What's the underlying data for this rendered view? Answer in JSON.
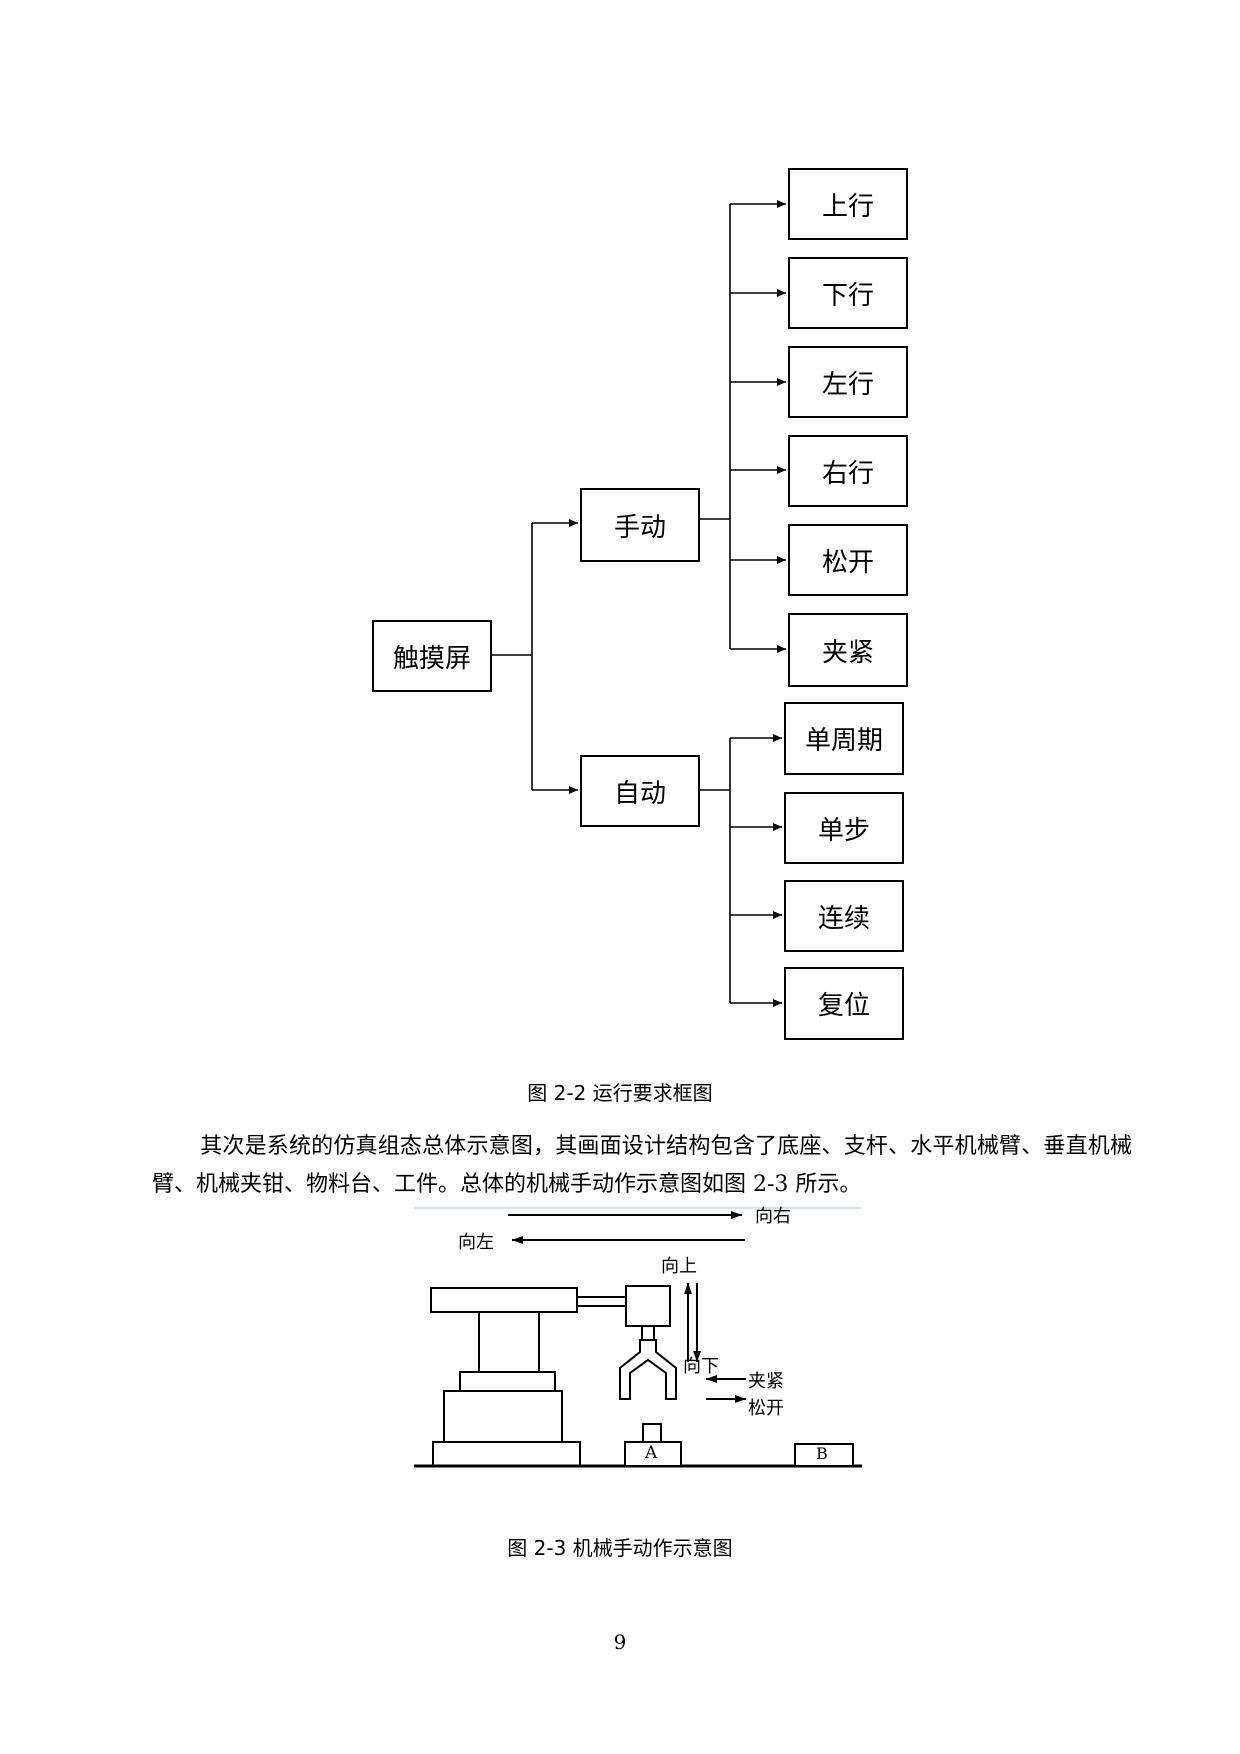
{
  "fig_2_2": {
    "root": "触摸屏",
    "manual": {
      "label": "手动",
      "items": [
        "上行",
        "下行",
        "左行",
        "右行",
        "松开",
        "夹紧"
      ]
    },
    "auto": {
      "label": "自动",
      "items": [
        "单周期",
        "单步",
        "连续",
        "复位"
      ]
    },
    "caption": "图 2-2  运行要求框图"
  },
  "paragraph": "其次是系统的仿真组态总体示意图，其画面设计结构包含了底座、支杆、水平机械臂、垂直机械臂、机械夹钳、物料台、工件。总体的机械手动作示意图如图 2-3 所示。",
  "fig_2_3": {
    "labels": {
      "right": "向右",
      "left": "向左",
      "up": "向上",
      "down": "向下",
      "clamp": "夹紧",
      "release": "松开",
      "table_a": "A",
      "table_b": "B"
    },
    "caption": "图 2-3  机械手动作示意图"
  },
  "page_number": "9"
}
